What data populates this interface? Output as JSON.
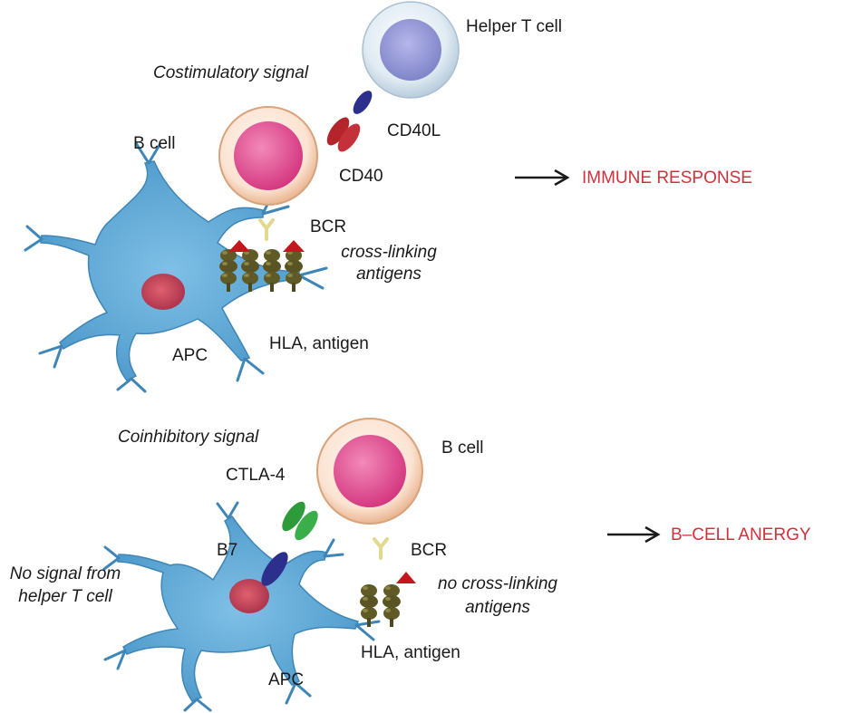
{
  "top_panel": {
    "helper_t_cell_label": "Helper T cell",
    "signal_label": "Costimulatory signal",
    "b_cell_label": "B cell",
    "cd40l_label": "CD40L",
    "cd40_label": "CD40",
    "bcr_label": "BCR",
    "crosslink_line1": "cross-linking",
    "crosslink_line2": "antigens",
    "hla_label": "HLA, antigen",
    "apc_label": "APC",
    "outcome_label": "IMMUNE RESPONSE"
  },
  "bottom_panel": {
    "signal_label": "Coinhibitory signal",
    "b_cell_label": "B cell",
    "ctla4_label": "CTLA-4",
    "b7_label": "B7",
    "bcr_label": "BCR",
    "no_signal_line1": "No signal from",
    "no_signal_line2": "helper T cell",
    "no_crosslink_line1": "no cross-linking",
    "no_crosslink_line2": "antigens",
    "hla_label": "HLA, antigen",
    "apc_label": "APC",
    "outcome_label": "B–CELL ANERGY"
  },
  "colors": {
    "outcome_text": "#d0313c",
    "apc_fill": "#5aa7d6",
    "apc_nucleus": "#c0455a",
    "b_cell_nucleus": "#d83a86",
    "b_cell_membrane": "#f2c6a8",
    "t_cell_fill": "#d6e3ee",
    "t_cell_nucleus": "#8a8ed2",
    "cd40l": "#2c2f8c",
    "cd40": "#b3242b",
    "ctla4": "#2d9b3a",
    "b7": "#2c2f8c",
    "antigen": "#c4161c",
    "hla": "#5a5424",
    "bcr": "#e7de9a"
  }
}
